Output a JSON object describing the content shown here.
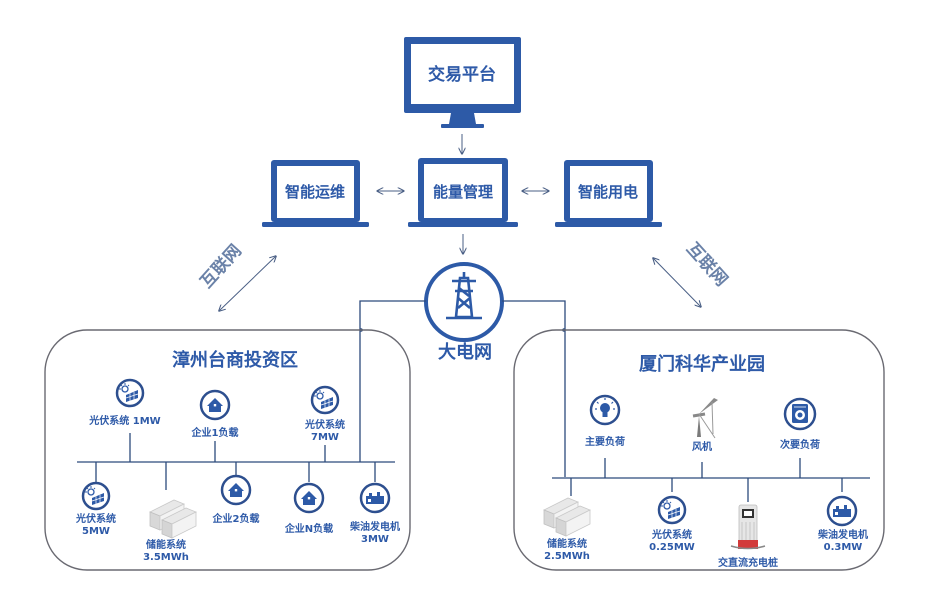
{
  "colors": {
    "primary": "#2d5aa7",
    "line": "#2c4a7c",
    "label": "#2e5aa8",
    "network_label": "#6b82a8",
    "charger_red": "#d23a3a"
  },
  "top": {
    "trading_platform": "交易平台",
    "smart_ops": "智能运维",
    "energy_mgmt": "能量管理",
    "smart_power": "智能用电",
    "internet_left": "互联网",
    "internet_right": "互联网",
    "grid_label": "大电网"
  },
  "left_zone": {
    "title": "漳州台商投资区",
    "upper": [
      {
        "icon": "solar-panel-icon",
        "label": "光伏系统 1MW",
        "label2": ""
      },
      {
        "icon": "house-icon",
        "label": "企业1负载",
        "label2": ""
      },
      {
        "icon": "solar-panel-icon",
        "label": "光伏系统",
        "label2": "7MW"
      }
    ],
    "lower": [
      {
        "icon": "solar-panel-icon",
        "label": "光伏系统",
        "label2": "5MW"
      },
      {
        "icon": "battery-storage-icon",
        "label": "储能系统",
        "label2": "3.5MWh"
      },
      {
        "icon": "house-icon",
        "label": "企业2负载",
        "label2": ""
      },
      {
        "icon": "house-icon",
        "label": "企业N负载",
        "label2": ""
      },
      {
        "icon": "diesel-generator-icon",
        "label": "柴油发电机",
        "label2": "3MW"
      }
    ]
  },
  "right_zone": {
    "title": "厦门科华产业园",
    "upper": [
      {
        "icon": "lightbulb-icon",
        "label": "主要负荷",
        "label2": ""
      },
      {
        "icon": "wind-turbine-icon",
        "label": "风机",
        "label2": ""
      },
      {
        "icon": "washing-machine-icon",
        "label": "次要负荷",
        "label2": ""
      }
    ],
    "lower": [
      {
        "icon": "battery-storage-icon",
        "label": "储能系统",
        "label2": "2.5MWh"
      },
      {
        "icon": "solar-panel-icon",
        "label": "光伏系统",
        "label2": "0.25MW"
      },
      {
        "icon": "ev-charger-icon",
        "label": "交直流充电桩",
        "label2": ""
      },
      {
        "icon": "diesel-generator-icon",
        "label": "柴油发电机",
        "label2": "0.3MW"
      }
    ]
  }
}
